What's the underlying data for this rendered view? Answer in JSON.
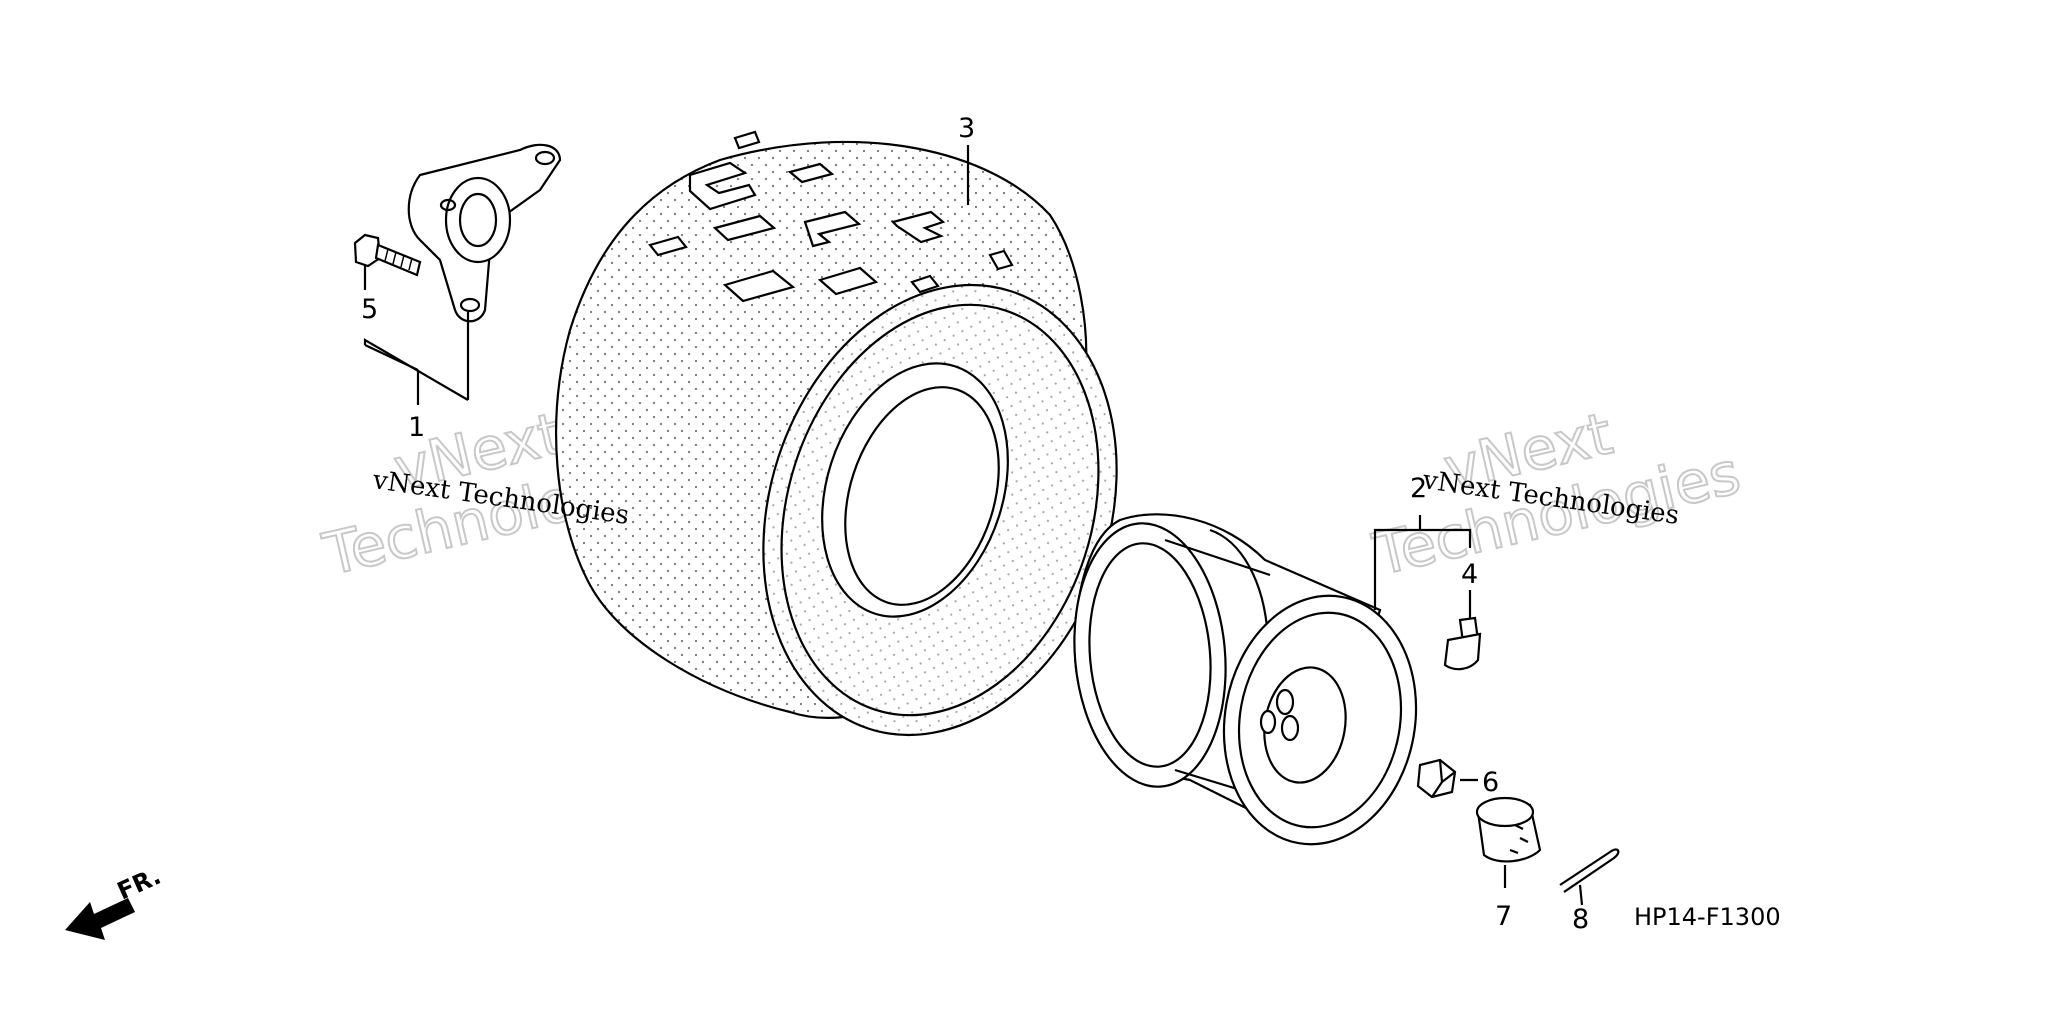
{
  "diagram": {
    "code": "HP14-F1300",
    "direction_label": "FR.",
    "watermarks": {
      "small": "vNext Technologies",
      "big_line1": "vNext",
      "big_line2": "Technologies"
    },
    "callouts": [
      {
        "id": "callout-1",
        "label": "1"
      },
      {
        "id": "callout-2",
        "label": "2"
      },
      {
        "id": "callout-3",
        "label": "3"
      },
      {
        "id": "callout-4",
        "label": "4"
      },
      {
        "id": "callout-5",
        "label": "5"
      },
      {
        "id": "callout-6",
        "label": "6"
      },
      {
        "id": "callout-7",
        "label": "7"
      },
      {
        "id": "callout-8",
        "label": "8"
      }
    ],
    "parts": [
      {
        "name": "hub-icon"
      },
      {
        "name": "stud-bolt-icon"
      },
      {
        "name": "tire-icon"
      },
      {
        "name": "wheel-rim-icon"
      },
      {
        "name": "valve-stem-icon"
      },
      {
        "name": "wheel-nut-icon"
      },
      {
        "name": "castle-nut-icon"
      },
      {
        "name": "cotter-pin-icon"
      }
    ]
  }
}
